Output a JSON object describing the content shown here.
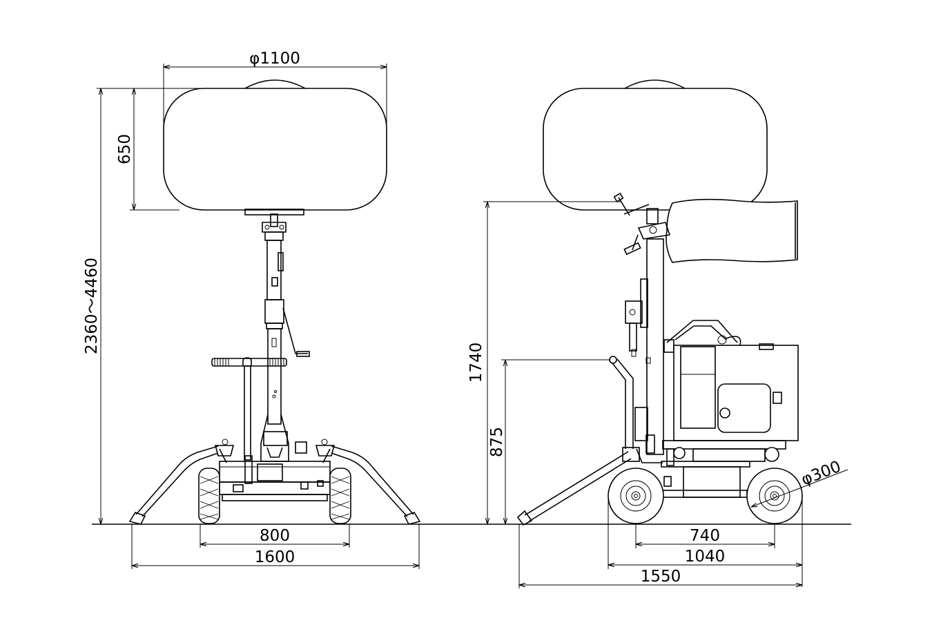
{
  "drawing": {
    "front_view": {
      "balloon_diameter": "φ1100",
      "balloon_height": "650",
      "total_height_range": "2360～4460",
      "track_width": "800",
      "outrigger_span": "1600"
    },
    "side_view": {
      "height_to_balloon": "1740",
      "handle_height": "875",
      "wheel_diameter": "φ300",
      "wheelbase": "740",
      "wheel_outer_length": "1040",
      "overall_length": "1550"
    },
    "colors": {
      "line": "#000000",
      "background": "#ffffff"
    }
  }
}
